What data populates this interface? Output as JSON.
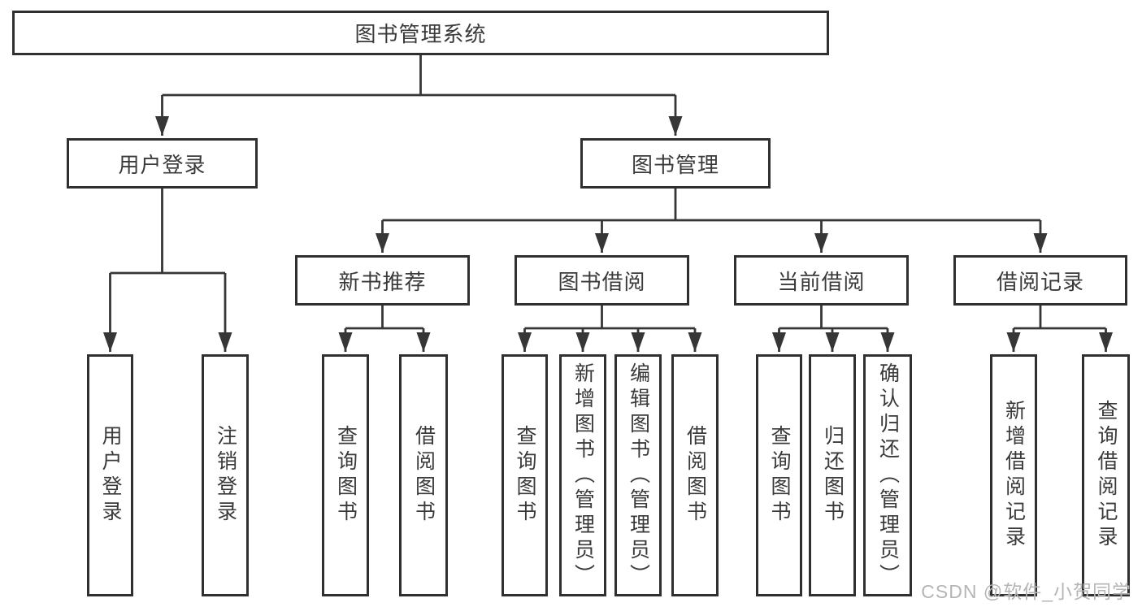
{
  "diagram": {
    "title": "图书管理系统",
    "nodes": {
      "root": {
        "label": "图书管理系统"
      },
      "userLogin": {
        "label": "用户登录"
      },
      "bookManagement": {
        "label": "图书管理"
      },
      "newBookRecommend": {
        "label": "新书推荐"
      },
      "bookBorrowing": {
        "label": "图书借阅"
      },
      "currentBorrowing": {
        "label": "当前借阅"
      },
      "borrowingRecords": {
        "label": "借阅记录"
      },
      "leafUserLogin": {
        "label": "用户登录"
      },
      "leafLogout": {
        "label": "注销登录"
      },
      "leafQueryBooksRecommend": {
        "label": "查询图书"
      },
      "leafBorrowBooksRecommend": {
        "label": "借阅图书"
      },
      "leafQueryBooksBorrow": {
        "label": "查询图书"
      },
      "leafAddBooksAdmin": {
        "label": "新增图书（管理员）"
      },
      "leafEditBooksAdmin": {
        "label": "编辑图书（管理员）"
      },
      "leafBorrowBooksBorrow": {
        "label": "借阅图书"
      },
      "leafQueryBooksCurrent": {
        "label": "查询图书"
      },
      "leafReturnBooks": {
        "label": "归还图书"
      },
      "leafConfirmReturnAdmin": {
        "label": "确认归还（管理员）"
      },
      "leafAddBorrowRecord": {
        "label": "新增借阅记录"
      },
      "leafQueryBorrowRecord": {
        "label": "查询借阅记录"
      }
    },
    "structure": {
      "图书管理系统": [
        "用户登录",
        "图书管理"
      ],
      "用户登录": [
        "用户登录",
        "注销登录"
      ],
      "图书管理": [
        "新书推荐",
        "图书借阅",
        "当前借阅",
        "借阅记录"
      ],
      "新书推荐": [
        "查询图书",
        "借阅图书"
      ],
      "图书借阅": [
        "查询图书",
        "新增图书（管理员）",
        "编辑图书（管理员）",
        "借阅图书"
      ],
      "当前借阅": [
        "查询图书",
        "归还图书",
        "确认归还（管理员）"
      ],
      "借阅记录": [
        "新增借阅记录",
        "查询借阅记录"
      ]
    }
  },
  "watermark": {
    "text": "CSDN @软件_小贺同学"
  },
  "colors": {
    "line": "#363636",
    "border": "#303030",
    "text": "#3a3a3a",
    "watermark": "#b5b5b5",
    "background": "#ffffff"
  }
}
